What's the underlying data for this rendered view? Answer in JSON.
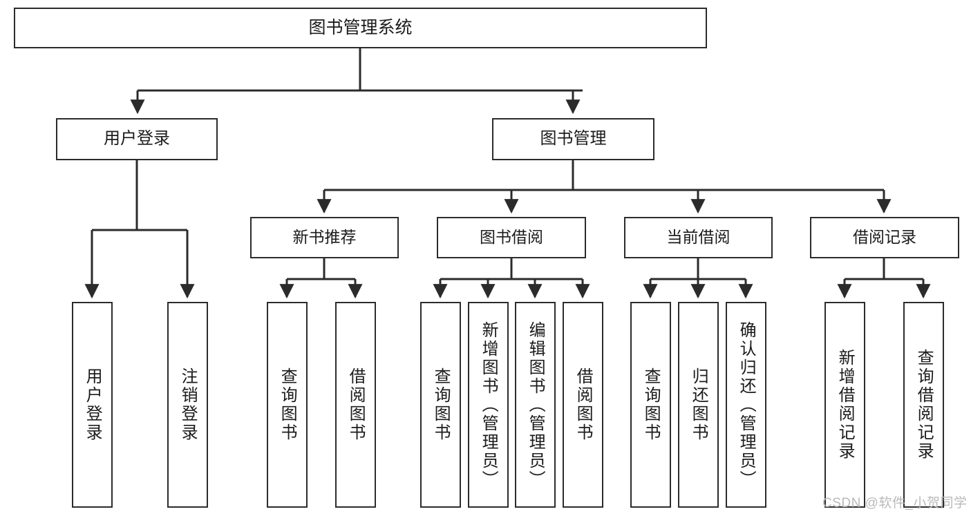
{
  "diagram": {
    "type": "tree",
    "title": "图书管理系统",
    "levels": {
      "root": {
        "label": "图书管理系统"
      },
      "level1": [
        {
          "id": "user-login",
          "label": "用户登录"
        },
        {
          "id": "book-management",
          "label": "图书管理"
        }
      ],
      "level2": [
        {
          "id": "new-book-recommend",
          "label": "新书推荐",
          "parent": "book-management"
        },
        {
          "id": "book-borrow",
          "label": "图书借阅",
          "parent": "book-management"
        },
        {
          "id": "current-borrow",
          "label": "当前借阅",
          "parent": "book-management"
        },
        {
          "id": "borrow-record",
          "label": "借阅记录",
          "parent": "book-management"
        }
      ],
      "leaves": [
        {
          "id": "leaf-user-login",
          "label": "用户登录",
          "parent": "user-login"
        },
        {
          "id": "leaf-logout",
          "label": "注销登录",
          "parent": "user-login"
        },
        {
          "id": "leaf-query-book-1",
          "label": "查询图书",
          "parent": "new-book-recommend"
        },
        {
          "id": "leaf-borrow-book-1",
          "label": "借阅图书",
          "parent": "new-book-recommend"
        },
        {
          "id": "leaf-query-book-2",
          "label": "查询图书",
          "parent": "book-borrow"
        },
        {
          "id": "leaf-add-book",
          "label": "新增图书（管理员）",
          "parent": "book-borrow"
        },
        {
          "id": "leaf-edit-book",
          "label": "编辑图书（管理员）",
          "parent": "book-borrow"
        },
        {
          "id": "leaf-borrow-book-2",
          "label": "借阅图书",
          "parent": "book-borrow"
        },
        {
          "id": "leaf-query-book-3",
          "label": "查询图书",
          "parent": "current-borrow"
        },
        {
          "id": "leaf-return-book",
          "label": "归还图书",
          "parent": "current-borrow"
        },
        {
          "id": "leaf-confirm-return",
          "label": "确认归还（管理员）",
          "parent": "current-borrow"
        },
        {
          "id": "leaf-add-record",
          "label": "新增借阅记录",
          "parent": "borrow-record"
        },
        {
          "id": "leaf-query-record",
          "label": "查询借阅记录",
          "parent": "borrow-record"
        }
      ]
    },
    "colors": {
      "stroke": "#2b2b2b",
      "fill": "#ffffff",
      "text": "#1b1b1b",
      "watermark": "#b9b9b9"
    }
  },
  "watermark": {
    "text": "CSDN @软件_小贺同学"
  }
}
